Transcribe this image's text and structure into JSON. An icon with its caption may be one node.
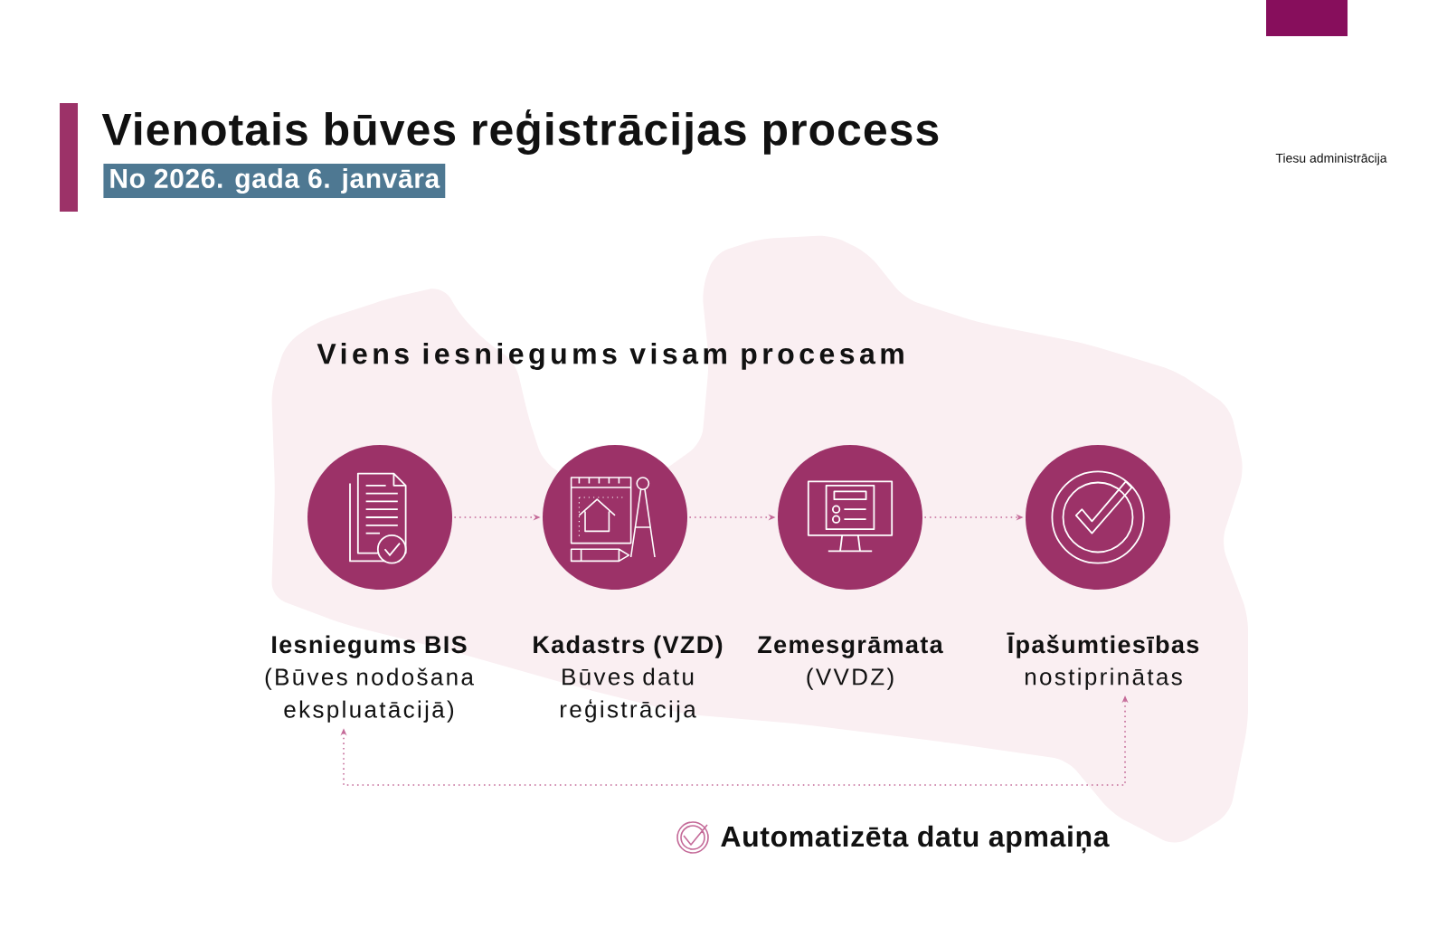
{
  "diagram": {
    "title": "Vienotais būves reģistrācijas process",
    "nodes": [
      {
        "text": [
          "Iesniegums BIS",
          "(Būves nodošana ekspluatācijā)"
        ]
      },
      {
        "text": [
          "Kadastrs (VZD)",
          "Būves datu reģistrācija"
        ]
      },
      {
        "text": [
          "Zemesgrāmata",
          "(VVDZ)"
        ]
      },
      {
        "text": [
          "Īpašumtiesības",
          "nostiprinātas"
        ]
      }
    ],
    "edges": [
      {
        "from": 0,
        "to": 1,
        "arrow": "to"
      },
      {
        "from": 1,
        "to": 2,
        "arrow": "to"
      },
      {
        "from": 2,
        "to": 3,
        "arrow": "to"
      },
      {
        "from": 0,
        "to": 3,
        "arrow": "both"
      }
    ],
    "labels": [
      "No 2026. gada 6. janvāra",
      "Tiesu administrācija",
      "Viens iesniegums visam procesam",
      "Automatizēta datu apmaiņa"
    ]
  }
}
